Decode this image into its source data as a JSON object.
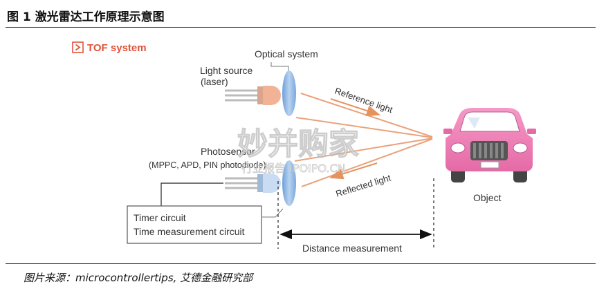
{
  "figure": {
    "title": "图 1 激光雷达工作原理示意图",
    "source": "图片来源：microcontrollertips, 艾德金融研究部"
  },
  "diagram": {
    "heading": "TOF system",
    "optical_system": "Optical system",
    "light_source_line1": "Light source",
    "light_source_line2": "(laser)",
    "reference_light": "Reference light",
    "reflected_light": "Reflected light",
    "photosensor_line1": "Photosensor",
    "photosensor_line2": "(MPPC, APD, PIN photodiode)",
    "timer_line1": "Timer circuit",
    "timer_line2": "Time measurement circuit",
    "distance": "Distance measurement",
    "object": "Object"
  },
  "watermark": {
    "main": "妙并购家",
    "sub": "行业报告 IPOIPO.CN"
  },
  "colors": {
    "accent_red": "#e0533a",
    "beam": "#eaa27a",
    "lens": "#8fb8e6",
    "car": "#ef7fb5"
  }
}
